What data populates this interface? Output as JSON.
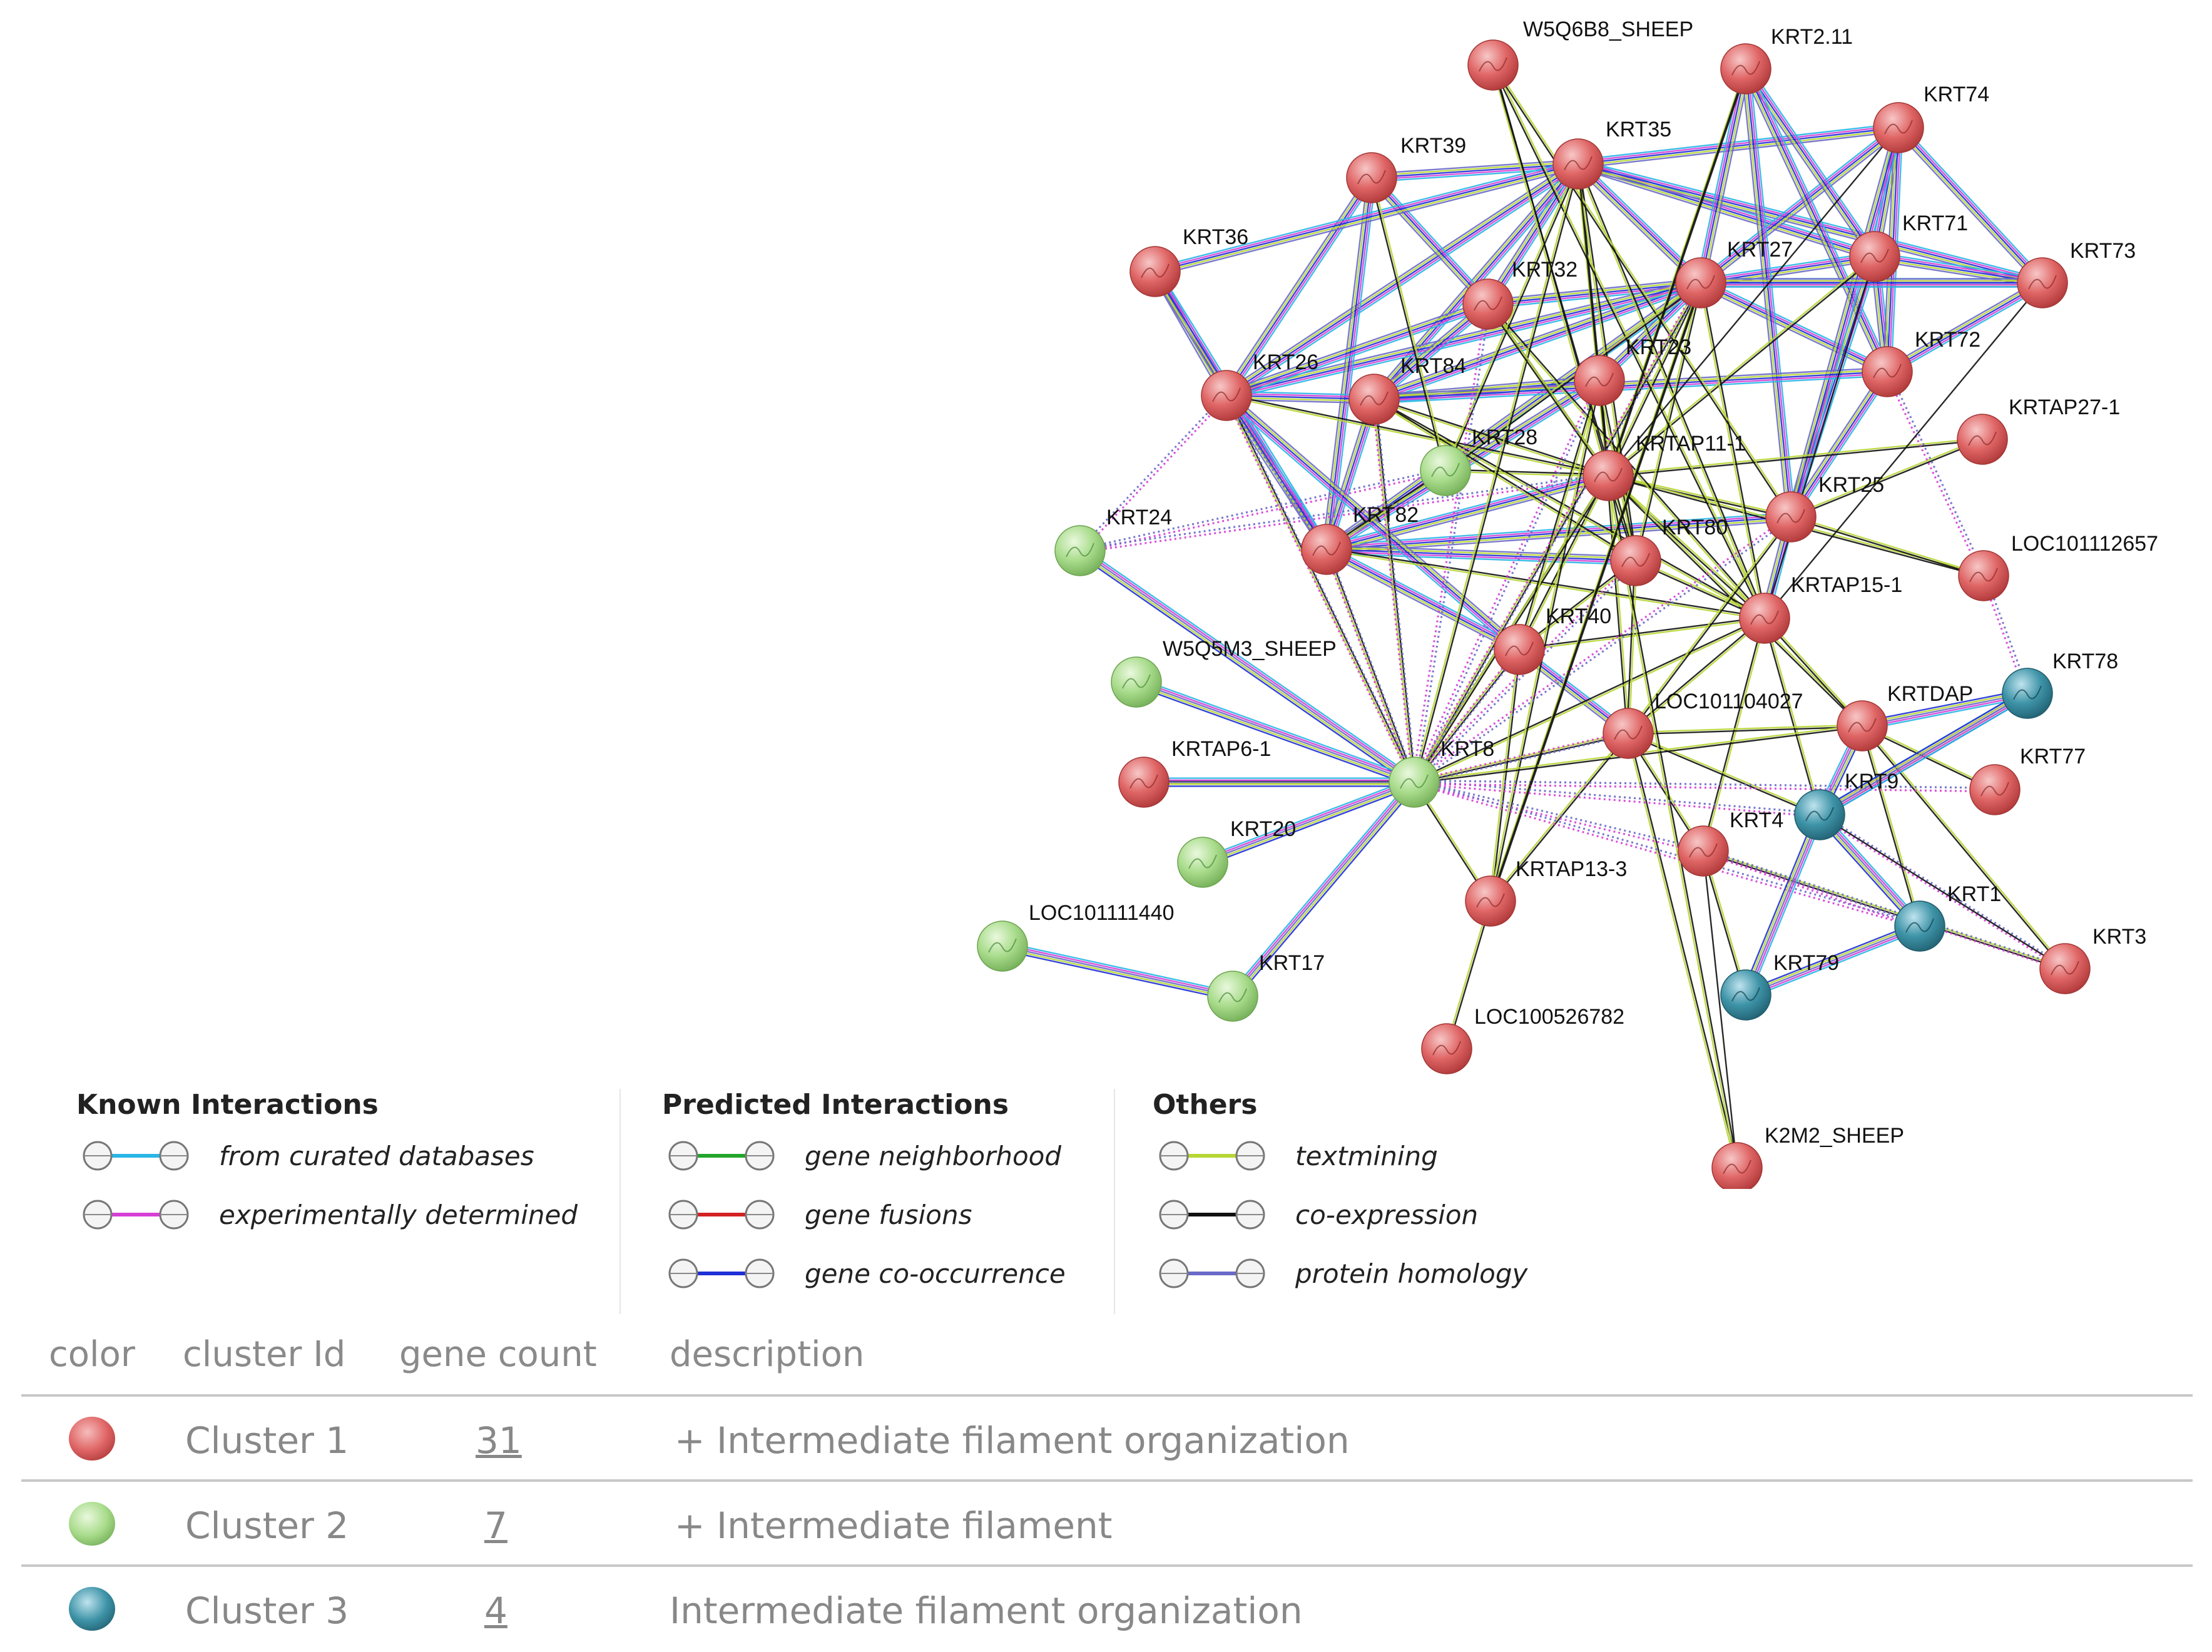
{
  "network": {
    "nodes": [
      {
        "id": "W5Q6B8_SHEEP",
        "cluster": 1
      },
      {
        "id": "KRT2.11",
        "cluster": 1
      },
      {
        "id": "KRT74",
        "cluster": 1
      },
      {
        "id": "KRT39",
        "cluster": 1
      },
      {
        "id": "KRT35",
        "cluster": 1
      },
      {
        "id": "KRT36",
        "cluster": 1
      },
      {
        "id": "KRT32",
        "cluster": 1
      },
      {
        "id": "KRT27",
        "cluster": 1
      },
      {
        "id": "KRT71",
        "cluster": 1
      },
      {
        "id": "KRT73",
        "cluster": 1
      },
      {
        "id": "KRT23",
        "cluster": 1
      },
      {
        "id": "KRT72",
        "cluster": 1
      },
      {
        "id": "KRT26",
        "cluster": 1
      },
      {
        "id": "KRT84",
        "cluster": 1
      },
      {
        "id": "KRT28",
        "cluster": 2
      },
      {
        "id": "KRTAP11-1",
        "cluster": 1
      },
      {
        "id": "KRTAP27-1",
        "cluster": 1
      },
      {
        "id": "KRT25",
        "cluster": 1
      },
      {
        "id": "KRT24",
        "cluster": 2
      },
      {
        "id": "KRT82",
        "cluster": 1
      },
      {
        "id": "KRT80",
        "cluster": 1
      },
      {
        "id": "LOC101112657",
        "cluster": 1
      },
      {
        "id": "KRTAP15-1",
        "cluster": 1
      },
      {
        "id": "KRT40",
        "cluster": 1
      },
      {
        "id": "W5Q5M3_SHEEP",
        "cluster": 2
      },
      {
        "id": "KRT78",
        "cluster": 3
      },
      {
        "id": "LOC101104027",
        "cluster": 1
      },
      {
        "id": "KRTDAP",
        "cluster": 1
      },
      {
        "id": "KRTAP6-1",
        "cluster": 1
      },
      {
        "id": "KRT8",
        "cluster": 2
      },
      {
        "id": "KRT77",
        "cluster": 1
      },
      {
        "id": "KRT9",
        "cluster": 3
      },
      {
        "id": "KRT4",
        "cluster": 1
      },
      {
        "id": "KRT20",
        "cluster": 2
      },
      {
        "id": "KRTAP13-3",
        "cluster": 1
      },
      {
        "id": "KRT1",
        "cluster": 3
      },
      {
        "id": "LOC101111440",
        "cluster": 2
      },
      {
        "id": "KRT3",
        "cluster": 1
      },
      {
        "id": "KRT17",
        "cluster": 2
      },
      {
        "id": "KRT79",
        "cluster": 3
      },
      {
        "id": "LOC100526782",
        "cluster": 1
      },
      {
        "id": "K2M2_SHEEP",
        "cluster": 1
      }
    ]
  },
  "legend": {
    "known_title": "Known Interactions",
    "predicted_title": "Predicted Interactions",
    "others_title": "Others",
    "items": [
      {
        "label": "from curated databases",
        "color": "#29b6e6"
      },
      {
        "label": "experimentally determined",
        "color": "#d63fd6"
      },
      {
        "label": "gene neighborhood",
        "color": "#22a52a"
      },
      {
        "label": "gene fusions",
        "color": "#d42222"
      },
      {
        "label": "gene co-occurrence",
        "color": "#1e2fd6"
      },
      {
        "label": "textmining",
        "color": "#b6d633"
      },
      {
        "label": "co-expression",
        "color": "#111111"
      },
      {
        "label": "protein homology",
        "color": "#6a6ac8"
      }
    ]
  },
  "table": {
    "headers": {
      "color": "color",
      "cluster_id": "cluster Id",
      "gene_count": "gene count",
      "description": "description"
    },
    "rows": [
      {
        "cluster": "Cluster 1",
        "count": "31",
        "description": "+  Intermediate filament organization",
        "color": "#e06666"
      },
      {
        "cluster": "Cluster 2",
        "count": "7",
        "description": "+  Intermediate filament",
        "color": "#a9dc8c"
      },
      {
        "cluster": "Cluster 3",
        "count": "4",
        "description": "Intermediate filament organization",
        "color": "#3f94a8"
      }
    ]
  },
  "colors": {
    "cluster1": "#e06666",
    "cluster2": "#a9dc8c",
    "cluster3": "#3f94a8"
  }
}
